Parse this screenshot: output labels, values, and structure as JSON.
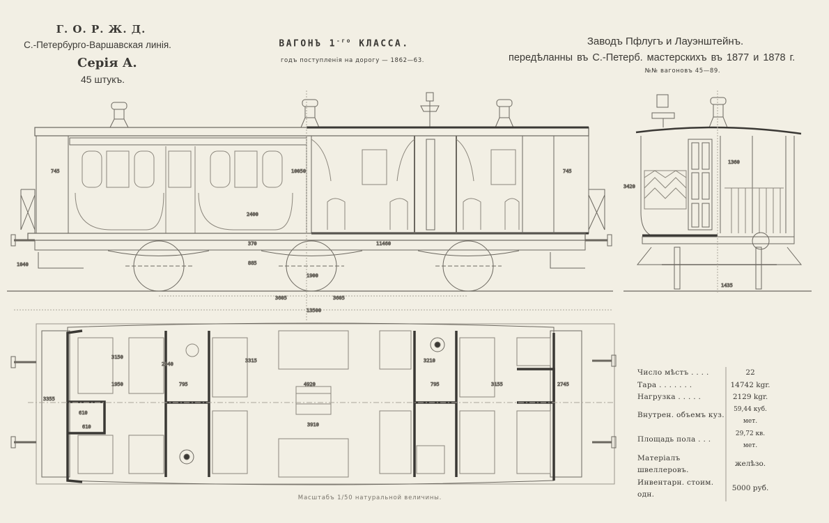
{
  "header_left": {
    "org": "Г. О. Р. Ж. Д.",
    "line": "С.-Петербурго-Варшавская линія.",
    "series": "Серія А.",
    "count": "45 штукъ."
  },
  "header_center": {
    "title_main": "ВАГОНЪ 1",
    "title_sup": "-го",
    "title_rest": " КЛАССА.",
    "year": "годъ поступленія на дорогу — 1862—63."
  },
  "header_right": {
    "factory": "Заводъ Пфлугъ и Лауэнштейнъ.",
    "rebuilt": "передѣланны   въ С.-Петерб. мастерскихъ въ 1877 и 1878 г.",
    "car_numbers": "№№ вагоновъ 45—89."
  },
  "dimensions": {
    "side": [
      "745",
      "10050",
      "2400",
      "1040",
      "370",
      "885",
      "3605",
      "3605",
      "13500",
      "11460",
      "1900",
      "745"
    ],
    "end": [
      "1360",
      "3420",
      "1435"
    ],
    "plan": [
      "3150",
      "1950",
      "2940",
      "795",
      "3315",
      "4920",
      "3910",
      "610",
      "610",
      "3355",
      "795",
      "3155",
      "2745",
      "3210"
    ]
  },
  "specs": [
    {
      "label": "Число мѣстъ . . . .",
      "value": "22"
    },
    {
      "label": "Тара . . . . . . .",
      "value": "14742 kgr."
    },
    {
      "label": "Нагрузка . . . . .",
      "value": "2129 kgr."
    },
    {
      "label": "Внутрен. объемъ куз.",
      "value": "59,44 куб. мет."
    },
    {
      "label": "Площадь пола . . .",
      "value": "29,72 кв. мет."
    },
    {
      "label": "Матеріалъ швеллеровъ.",
      "value": "желѣзо."
    },
    {
      "label": "Инвентарн. стоим. одн.",
      "value": "5000 руб."
    }
  ],
  "caption": "Масштабъ 1/50 натуральной величины."
}
